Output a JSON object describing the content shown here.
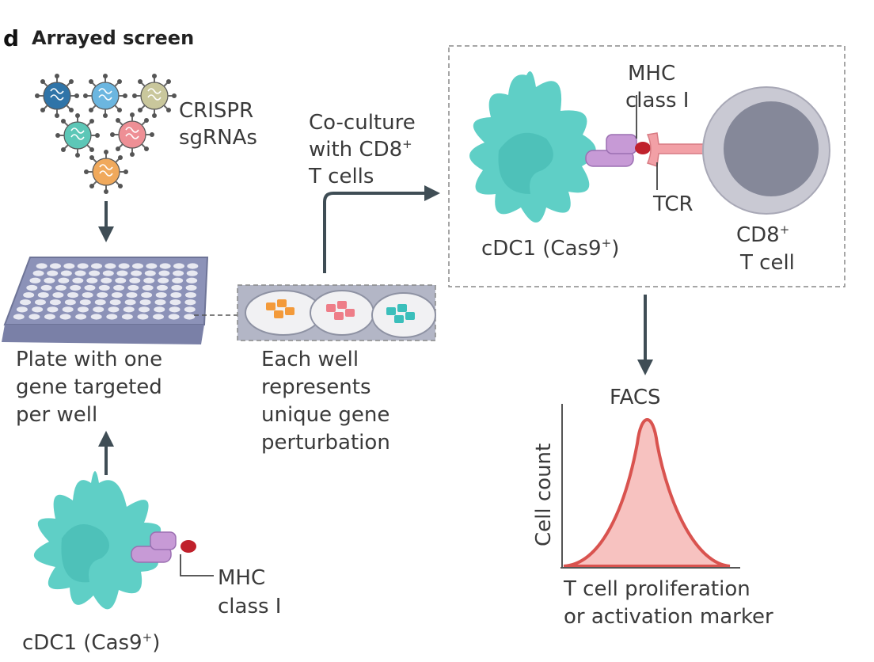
{
  "panel": {
    "letter": "d",
    "title": "Arrayed screen"
  },
  "crispr": {
    "line1": "CRISPR",
    "line2": "sgRNAs"
  },
  "plate": {
    "line1": "Plate with one",
    "line2": "gene targeted",
    "line3": "per well"
  },
  "wells": {
    "line1": "Each well",
    "line2": "represents",
    "line3": "unique gene",
    "line4": "perturbation"
  },
  "coculture": {
    "line1": "Co-culture",
    "line2": "with CD8",
    "line2_sup": "+",
    "line3": "T cells"
  },
  "top_cell": {
    "name": "cDC1 (Cas9",
    "sup": "+",
    "close": ")"
  },
  "bottom_cell": {
    "name": "cDC1 (Cas9",
    "sup": "+",
    "close": ")"
  },
  "mhc_top": {
    "line1": "MHC",
    "line2": "class I"
  },
  "mhc_bottom": {
    "line1": "MHC",
    "line2": "class I"
  },
  "tcr": "TCR",
  "tcell": {
    "line1": "CD8",
    "sup": "+",
    "line2": "T cell"
  },
  "facs": {
    "title": "FACS",
    "ylabel": "Cell count",
    "xlabel1": "T cell proliferation",
    "xlabel2": "or activation marker"
  },
  "colors": {
    "cdc1": "#5fcfc6",
    "mhc": "#c79ad6",
    "peptide": "#c0212c",
    "tcr": "#f2a0a6",
    "tcell_outer": "#c9c9d3",
    "tcell_inner": "#858899",
    "arrow": "#3f4d55",
    "plate": "#9ea3c4",
    "histogram_fill": "#f7c2c0",
    "histogram_line": "#d9534f"
  }
}
